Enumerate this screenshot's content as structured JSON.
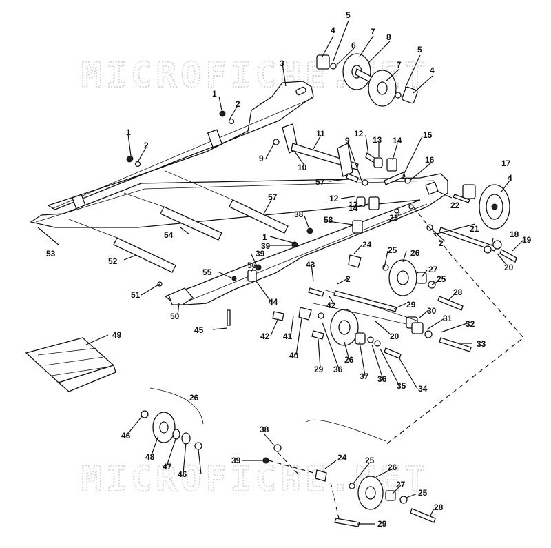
{
  "watermark": "MICROFICHE.NET",
  "callouts": [
    {
      "text": "4"
    },
    {
      "text": "5"
    },
    {
      "text": "6"
    },
    {
      "text": "7"
    },
    {
      "text": "8"
    },
    {
      "text": "7"
    },
    {
      "text": "5"
    },
    {
      "text": "4"
    },
    {
      "text": "3"
    },
    {
      "text": "1"
    },
    {
      "text": "2"
    },
    {
      "text": "1"
    },
    {
      "text": "2"
    },
    {
      "text": "9"
    },
    {
      "text": "10"
    },
    {
      "text": "11"
    },
    {
      "text": "12"
    },
    {
      "text": "13"
    },
    {
      "text": "14"
    },
    {
      "text": "15"
    },
    {
      "text": "9"
    },
    {
      "text": "16"
    },
    {
      "text": "57"
    },
    {
      "text": "12"
    },
    {
      "text": "13"
    },
    {
      "text": "14"
    },
    {
      "text": "4"
    },
    {
      "text": "17"
    },
    {
      "text": "22"
    },
    {
      "text": "21"
    },
    {
      "text": "2"
    },
    {
      "text": "18"
    },
    {
      "text": "19"
    },
    {
      "text": "20"
    },
    {
      "text": "57"
    },
    {
      "text": "38"
    },
    {
      "text": "58"
    },
    {
      "text": "54"
    },
    {
      "text": "53"
    },
    {
      "text": "1"
    },
    {
      "text": "39"
    },
    {
      "text": "23"
    },
    {
      "text": "24"
    },
    {
      "text": "25"
    },
    {
      "text": "26"
    },
    {
      "text": "52"
    },
    {
      "text": "39"
    },
    {
      "text": "56"
    },
    {
      "text": "43"
    },
    {
      "text": "55"
    },
    {
      "text": "2"
    },
    {
      "text": "27"
    },
    {
      "text": "25"
    },
    {
      "text": "28"
    },
    {
      "text": "51"
    },
    {
      "text": "44"
    },
    {
      "text": "42"
    },
    {
      "text": "29"
    },
    {
      "text": "50"
    },
    {
      "text": "30"
    },
    {
      "text": "31"
    },
    {
      "text": "32"
    },
    {
      "text": "45"
    },
    {
      "text": "42"
    },
    {
      "text": "41"
    },
    {
      "text": "20"
    },
    {
      "text": "33"
    },
    {
      "text": "40"
    },
    {
      "text": "26"
    },
    {
      "text": "29"
    },
    {
      "text": "36"
    },
    {
      "text": "37"
    },
    {
      "text": "36"
    },
    {
      "text": "35"
    },
    {
      "text": "34"
    },
    {
      "text": "49"
    },
    {
      "text": "26"
    },
    {
      "text": "46"
    },
    {
      "text": "48"
    },
    {
      "text": "47"
    },
    {
      "text": "46"
    },
    {
      "text": "38"
    },
    {
      "text": "39"
    },
    {
      "text": "24"
    },
    {
      "text": "25"
    },
    {
      "text": "26"
    },
    {
      "text": "27"
    },
    {
      "text": "25"
    },
    {
      "text": "28"
    },
    {
      "text": "29"
    }
  ]
}
